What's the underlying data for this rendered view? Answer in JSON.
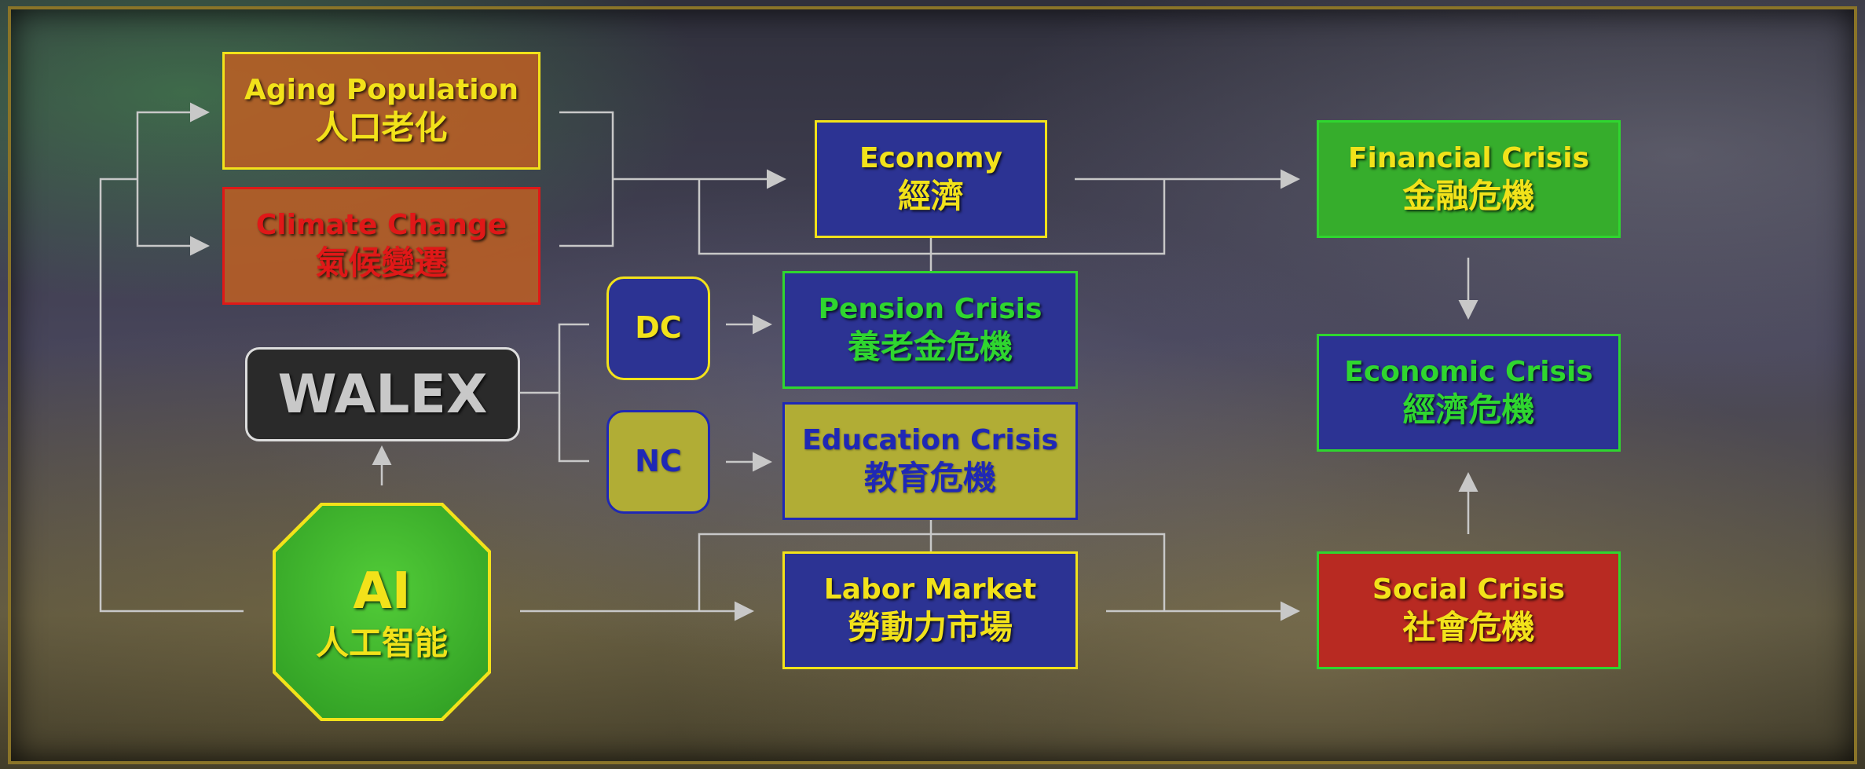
{
  "nodes": {
    "aging": {
      "en": "Aging Population",
      "zh": "人口老化"
    },
    "climate": {
      "en": "Climate Change",
      "zh": "氣候變遷"
    },
    "walex": {
      "en": "WALEX"
    },
    "ai": {
      "en": "AI",
      "zh": "人工智能"
    },
    "economy": {
      "en": "Economy",
      "zh": "經濟"
    },
    "dc": {
      "en": "DC"
    },
    "nc": {
      "en": "NC"
    },
    "pension": {
      "en": "Pension Crisis",
      "zh": "養老金危機"
    },
    "education": {
      "en": "Education Crisis",
      "zh": "教育危機"
    },
    "labor": {
      "en": "Labor Market",
      "zh": "勞動力市場"
    },
    "financial": {
      "en": "Financial Crisis",
      "zh": "金融危機"
    },
    "economic": {
      "en": "Economic Crisis",
      "zh": "經濟危機"
    },
    "social": {
      "en": "Social Crisis",
      "zh": "社會危機"
    }
  },
  "colors": {
    "yellow": "#f2e21a",
    "red": "#e01818",
    "green": "#2fd62f",
    "navy": "#2c3393",
    "olive": "#b1ad35",
    "orange": "#be5f23",
    "crimson": "#b82a22",
    "connector": "#c8c8c8"
  }
}
